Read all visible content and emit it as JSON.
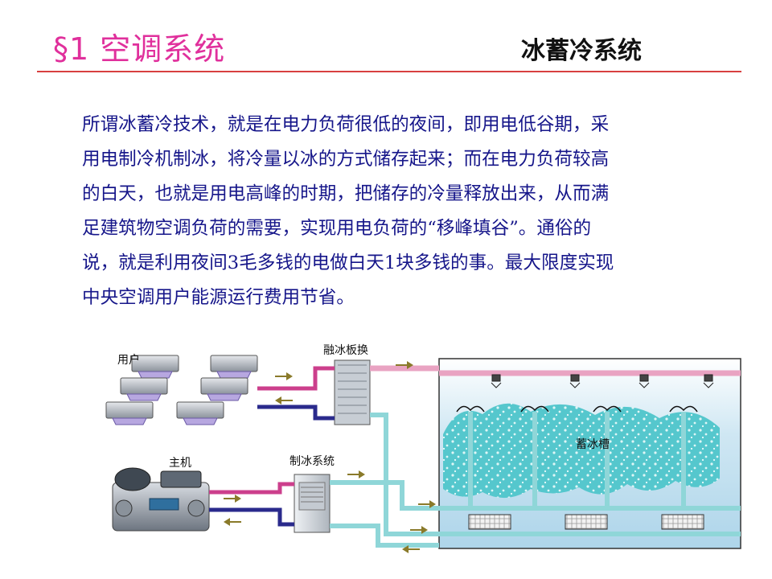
{
  "header": {
    "section_title": "§1  空调系统",
    "slide_title": "冰蓄冷系统"
  },
  "body": {
    "lines": [
      "所谓冰蓄冷技术，就是在电力负荷很低的夜间，即用电低谷期，采",
      "用电制冷机制冰，将冷量以冰的方式储存起来；而在电力负荷较高",
      "的白天，也就是用电高峰的时期，把储存的冷量释放出来，从而满",
      "足建筑物空调负荷的需要，实现用电负荷的“移峰填谷”。通俗的",
      "说，就是利用夜间3毛多钱的电做白天1块多钱的事。最大限度实现",
      "中央空调用户能源运行费用节省。"
    ]
  },
  "diagram": {
    "labels": {
      "users": "用户",
      "heat_exchanger": "融冰板换",
      "chiller": "主机",
      "ice_making": "制冰系统",
      "ice_tank": "蓄冰槽"
    },
    "colors": {
      "hot_pipe": "#cc3f8c",
      "cold_pipe": "#2a2a8c",
      "glycol_pipe": "#8fd6d8",
      "warm_line": "#e9a3c2",
      "water": "#bfe0ef",
      "ice": "#53c6cc",
      "arrow": "#8a7a2a",
      "tank_border": "#333333"
    }
  }
}
